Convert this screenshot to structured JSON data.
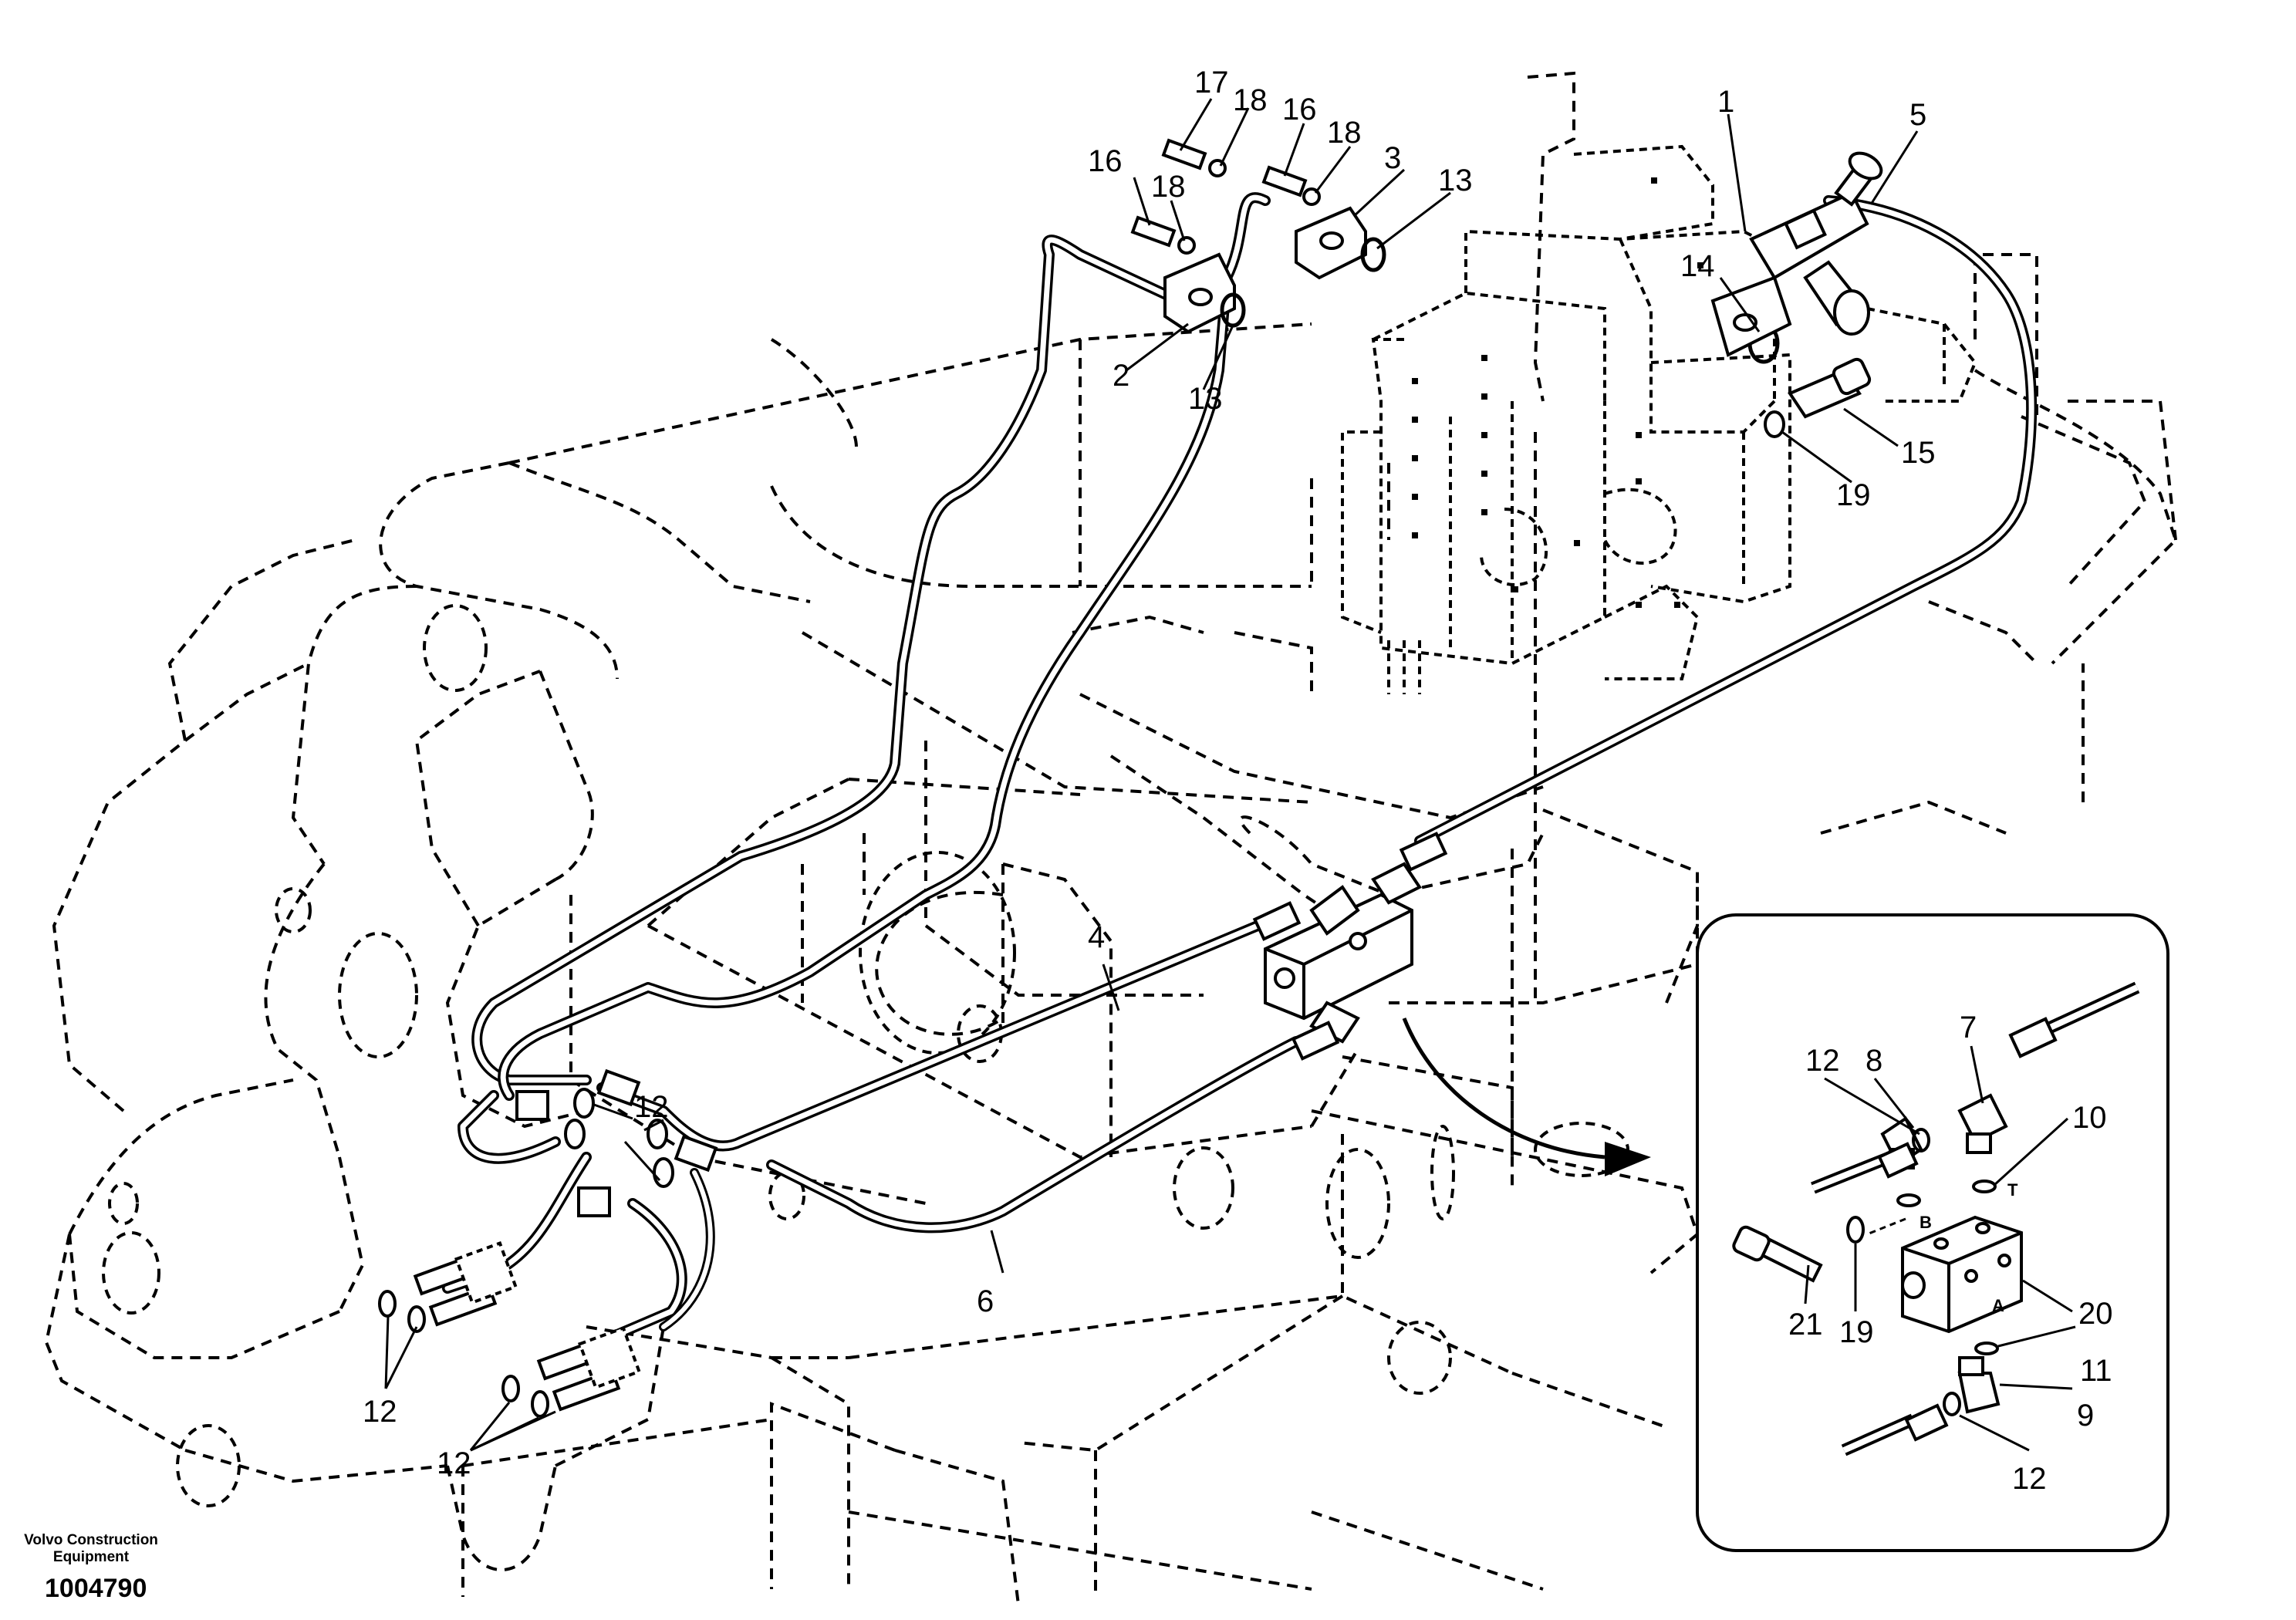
{
  "footer": {
    "brand_line1": "Volvo Construction",
    "brand_line2": "Equipment",
    "document_number": "1004790"
  },
  "callouts": {
    "c1": "1",
    "c2": "2",
    "c3": "3",
    "c4": "4",
    "c5": "5",
    "c6": "6",
    "c13a": "13",
    "c13b": "13",
    "c14": "14",
    "c15": "15",
    "c16a": "16",
    "c16b": "16",
    "c17": "17",
    "c18a": "18",
    "c18b": "18",
    "c18c": "18",
    "c19": "19",
    "c12a": "12",
    "c12b": "12",
    "c12c": "12",
    "d7": "7",
    "d8": "8",
    "d9": "9",
    "d10": "10",
    "d11": "11",
    "d12a": "12",
    "d12b": "12",
    "d19": "19",
    "d20": "20",
    "d21": "21",
    "portB": "B",
    "portT": "T",
    "portA": "A"
  }
}
